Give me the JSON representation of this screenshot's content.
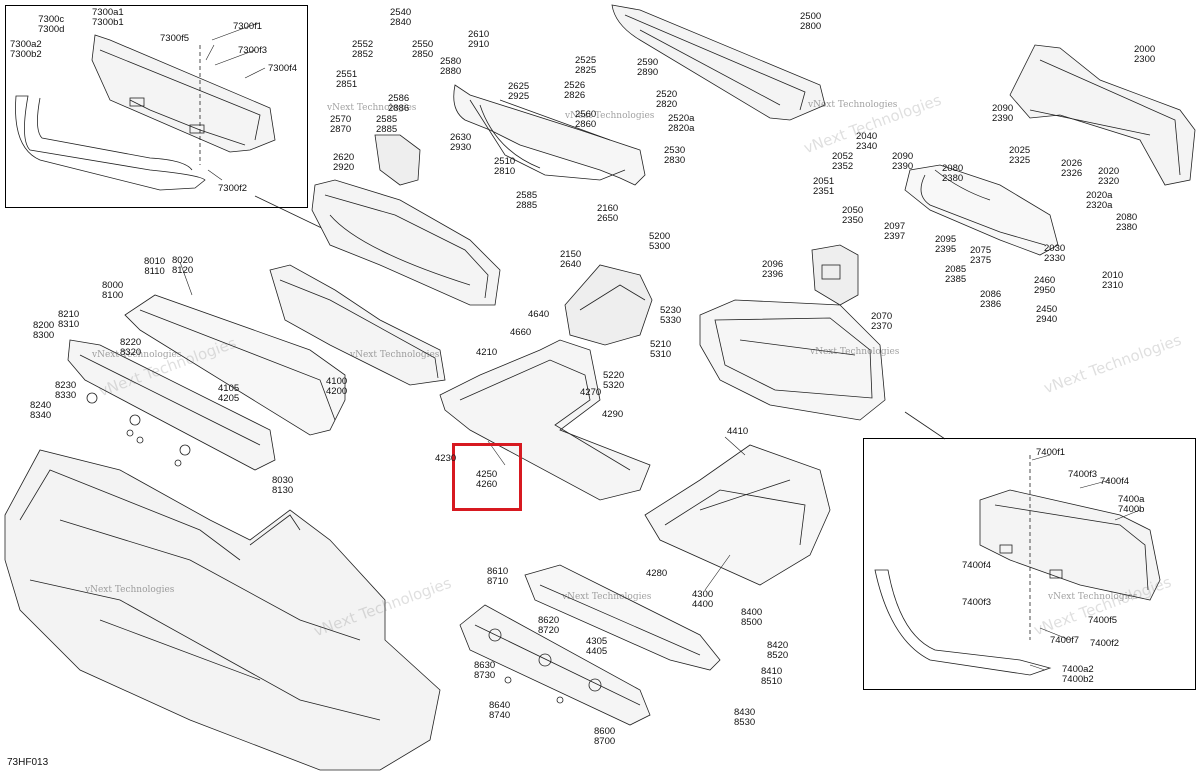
{
  "diagram_code": "73HF013",
  "highlight_color": "#d71920",
  "watermark_small": "vNext Technologies",
  "watermark_large": "vNext Technologies",
  "labels": [
    {
      "id": "7300c",
      "lines": [
        "7300c",
        "7300d"
      ]
    },
    {
      "id": "7300a1",
      "lines": [
        "7300a1",
        "7300b1"
      ]
    },
    {
      "id": "7300f1",
      "lines": [
        "7300f1"
      ]
    },
    {
      "id": "7300f5",
      "lines": [
        "7300f5"
      ]
    },
    {
      "id": "7300f3",
      "lines": [
        "7300f3"
      ]
    },
    {
      "id": "7300a2",
      "lines": [
        "7300a2",
        "7300b2"
      ]
    },
    {
      "id": "7300f4",
      "lines": [
        "7300f4"
      ]
    },
    {
      "id": "7300f2",
      "lines": [
        "7300f2"
      ]
    },
    {
      "id": "2540",
      "lines": [
        "2540",
        "2840"
      ]
    },
    {
      "id": "2552",
      "lines": [
        "2552",
        "2852"
      ]
    },
    {
      "id": "2550",
      "lines": [
        "2550",
        "2850"
      ]
    },
    {
      "id": "2551",
      "lines": [
        "2551",
        "2851"
      ]
    },
    {
      "id": "2586",
      "lines": [
        "2586",
        "2886"
      ]
    },
    {
      "id": "2570",
      "lines": [
        "2570",
        "2870"
      ]
    },
    {
      "id": "2585a",
      "lines": [
        "2585",
        "2885"
      ]
    },
    {
      "id": "2610",
      "lines": [
        "2610",
        "2910"
      ]
    },
    {
      "id": "2580",
      "lines": [
        "2580",
        "2880"
      ]
    },
    {
      "id": "2625",
      "lines": [
        "2625",
        "2925"
      ]
    },
    {
      "id": "2630",
      "lines": [
        "2630",
        "2930"
      ]
    },
    {
      "id": "2620",
      "lines": [
        "2620",
        "2920"
      ]
    },
    {
      "id": "2510",
      "lines": [
        "2510",
        "2810"
      ]
    },
    {
      "id": "2500",
      "lines": [
        "2500",
        "2800"
      ]
    },
    {
      "id": "2525",
      "lines": [
        "2525",
        "2825"
      ]
    },
    {
      "id": "2590",
      "lines": [
        "2590",
        "2890"
      ]
    },
    {
      "id": "2526",
      "lines": [
        "2526",
        "2826"
      ]
    },
    {
      "id": "2520",
      "lines": [
        "2520",
        "2820"
      ]
    },
    {
      "id": "2560",
      "lines": [
        "2560",
        "2860"
      ]
    },
    {
      "id": "2520a",
      "lines": [
        "2520a",
        "2820a"
      ]
    },
    {
      "id": "2530",
      "lines": [
        "2530",
        "2830"
      ]
    },
    {
      "id": "2585b",
      "lines": [
        "2585",
        "2885"
      ]
    },
    {
      "id": "2160",
      "lines": [
        "2160",
        "2650"
      ]
    },
    {
      "id": "2150",
      "lines": [
        "2150",
        "2640"
      ]
    },
    {
      "id": "2000",
      "lines": [
        "2000",
        "2300"
      ]
    },
    {
      "id": "2090a",
      "lines": [
        "2090",
        "2390"
      ]
    },
    {
      "id": "2040",
      "lines": [
        "2040",
        "2340"
      ]
    },
    {
      "id": "2052",
      "lines": [
        "2052",
        "2352"
      ]
    },
    {
      "id": "2090b",
      "lines": [
        "2090",
        "2390"
      ]
    },
    {
      "id": "2025",
      "lines": [
        "2025",
        "2325"
      ]
    },
    {
      "id": "2080a",
      "lines": [
        "2080",
        "2380"
      ]
    },
    {
      "id": "2026",
      "lines": [
        "2026",
        "2326"
      ]
    },
    {
      "id": "2020",
      "lines": [
        "2020",
        "2320"
      ]
    },
    {
      "id": "2051",
      "lines": [
        "2051",
        "2351"
      ]
    },
    {
      "id": "2020a",
      "lines": [
        "2020a",
        "2320a"
      ]
    },
    {
      "id": "2050",
      "lines": [
        "2050",
        "2350"
      ]
    },
    {
      "id": "2097",
      "lines": [
        "2097",
        "2397"
      ]
    },
    {
      "id": "2080b",
      "lines": [
        "2080",
        "2380"
      ]
    },
    {
      "id": "2095",
      "lines": [
        "2095",
        "2395"
      ]
    },
    {
      "id": "2075",
      "lines": [
        "2075",
        "2375"
      ]
    },
    {
      "id": "2030",
      "lines": [
        "2030",
        "2330"
      ]
    },
    {
      "id": "2096",
      "lines": [
        "2096",
        "2396"
      ]
    },
    {
      "id": "2085",
      "lines": [
        "2085",
        "2385"
      ]
    },
    {
      "id": "2010",
      "lines": [
        "2010",
        "2310"
      ]
    },
    {
      "id": "2460",
      "lines": [
        "2460",
        "2950"
      ]
    },
    {
      "id": "2086",
      "lines": [
        "2086",
        "2386"
      ]
    },
    {
      "id": "2450",
      "lines": [
        "2450",
        "2940"
      ]
    },
    {
      "id": "2070",
      "lines": [
        "2070",
        "2370"
      ]
    },
    {
      "id": "5200",
      "lines": [
        "5200",
        "5300"
      ]
    },
    {
      "id": "5230",
      "lines": [
        "5230",
        "5330"
      ]
    },
    {
      "id": "4640",
      "lines": [
        "4640"
      ]
    },
    {
      "id": "4660",
      "lines": [
        "4660"
      ]
    },
    {
      "id": "5210",
      "lines": [
        "5210",
        "5310"
      ]
    },
    {
      "id": "5220",
      "lines": [
        "5220",
        "5320"
      ]
    },
    {
      "id": "4270",
      "lines": [
        "4270"
      ]
    },
    {
      "id": "4210",
      "lines": [
        "4210"
      ]
    },
    {
      "id": "4290",
      "lines": [
        "4290"
      ]
    },
    {
      "id": "4230",
      "lines": [
        "4230"
      ]
    },
    {
      "id": "4250",
      "lines": [
        "4250",
        "4260"
      ]
    },
    {
      "id": "4410",
      "lines": [
        "4410"
      ]
    },
    {
      "id": "4280",
      "lines": [
        "4280"
      ]
    },
    {
      "id": "4300",
      "lines": [
        "4300",
        "4400"
      ]
    },
    {
      "id": "4100",
      "lines": [
        "4100",
        "4200"
      ]
    },
    {
      "id": "8010",
      "lines": [
        "8010",
        "8110"
      ]
    },
    {
      "id": "8020",
      "lines": [
        "8020",
        "8120"
      ]
    },
    {
      "id": "8000",
      "lines": [
        "8000",
        "8100"
      ]
    },
    {
      "id": "8210",
      "lines": [
        "8210",
        "8310"
      ]
    },
    {
      "id": "8200",
      "lines": [
        "8200",
        "8300"
      ]
    },
    {
      "id": "8220",
      "lines": [
        "8220",
        "8320"
      ]
    },
    {
      "id": "8230",
      "lines": [
        "8230",
        "8330"
      ]
    },
    {
      "id": "4105",
      "lines": [
        "4105",
        "4205"
      ]
    },
    {
      "id": "8240",
      "lines": [
        "8240",
        "8340"
      ]
    },
    {
      "id": "8030",
      "lines": [
        "8030",
        "8130"
      ]
    },
    {
      "id": "8610",
      "lines": [
        "8610",
        "8710"
      ]
    },
    {
      "id": "8620",
      "lines": [
        "8620",
        "8720"
      ]
    },
    {
      "id": "4305",
      "lines": [
        "4305",
        "4405"
      ]
    },
    {
      "id": "8630",
      "lines": [
        "8630",
        "8730"
      ]
    },
    {
      "id": "8400",
      "lines": [
        "8400",
        "8500"
      ]
    },
    {
      "id": "8420",
      "lines": [
        "8420",
        "8520"
      ]
    },
    {
      "id": "8410",
      "lines": [
        "8410",
        "8510"
      ]
    },
    {
      "id": "8640",
      "lines": [
        "8640",
        "8740"
      ]
    },
    {
      "id": "8600",
      "lines": [
        "8600",
        "8700"
      ]
    },
    {
      "id": "8430",
      "lines": [
        "8430",
        "8530"
      ]
    },
    {
      "id": "7400f1",
      "lines": [
        "7400f1"
      ]
    },
    {
      "id": "7400f3",
      "lines": [
        "7400f3"
      ]
    },
    {
      "id": "7400f4a",
      "lines": [
        "7400f4"
      ]
    },
    {
      "id": "7400a",
      "lines": [
        "7400a",
        "7400b"
      ]
    },
    {
      "id": "7400f4b",
      "lines": [
        "7400f4"
      ]
    },
    {
      "id": "7400f3b",
      "lines": [
        "7400f3"
      ]
    },
    {
      "id": "7400f5",
      "lines": [
        "7400f5"
      ]
    },
    {
      "id": "7400f7",
      "lines": [
        "7400f7"
      ]
    },
    {
      "id": "7400f2",
      "lines": [
        "7400f2"
      ]
    },
    {
      "id": "7400a2",
      "lines": [
        "7400a2",
        "7400b2"
      ]
    }
  ]
}
